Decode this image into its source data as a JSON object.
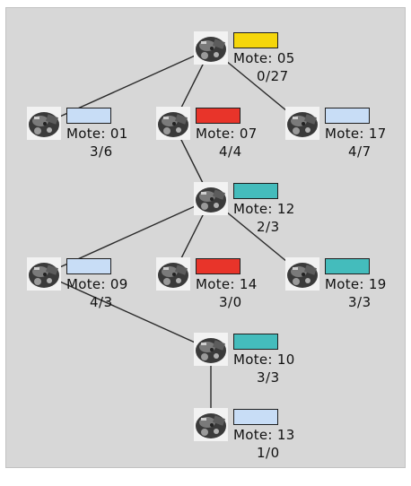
{
  "colors": {
    "yellow": "#f5d60a",
    "red": "#e8342a",
    "light_blue": "#c8ddf6",
    "teal": "#44bcbc"
  },
  "icons": {
    "mote": "sensor-mote-icon"
  },
  "nodes": [
    {
      "label": "Mote: 05",
      "count": "0/27",
      "color": "#f5d60a"
    },
    {
      "label": "Mote: 01",
      "count": "3/6",
      "color": "#c8ddf6"
    },
    {
      "label": "Mote: 07",
      "count": "4/4",
      "color": "#e8342a"
    },
    {
      "label": "Mote: 17",
      "count": "4/7",
      "color": "#c8ddf6"
    },
    {
      "label": "Mote: 12",
      "count": "2/3",
      "color": "#44bcbc"
    },
    {
      "label": "Mote: 09",
      "count": "4/3",
      "color": "#c8ddf6"
    },
    {
      "label": "Mote: 14",
      "count": "3/0",
      "color": "#e8342a"
    },
    {
      "label": "Mote: 19",
      "count": "3/3",
      "color": "#44bcbc"
    },
    {
      "label": "Mote: 10",
      "count": "3/3",
      "color": "#44bcbc"
    },
    {
      "label": "Mote: 13",
      "count": "1/0",
      "color": "#c8ddf6"
    }
  ],
  "edges": [
    [
      0,
      1
    ],
    [
      0,
      2
    ],
    [
      0,
      3
    ],
    [
      2,
      4
    ],
    [
      4,
      5
    ],
    [
      4,
      6
    ],
    [
      4,
      7
    ],
    [
      5,
      8
    ],
    [
      8,
      9
    ]
  ]
}
